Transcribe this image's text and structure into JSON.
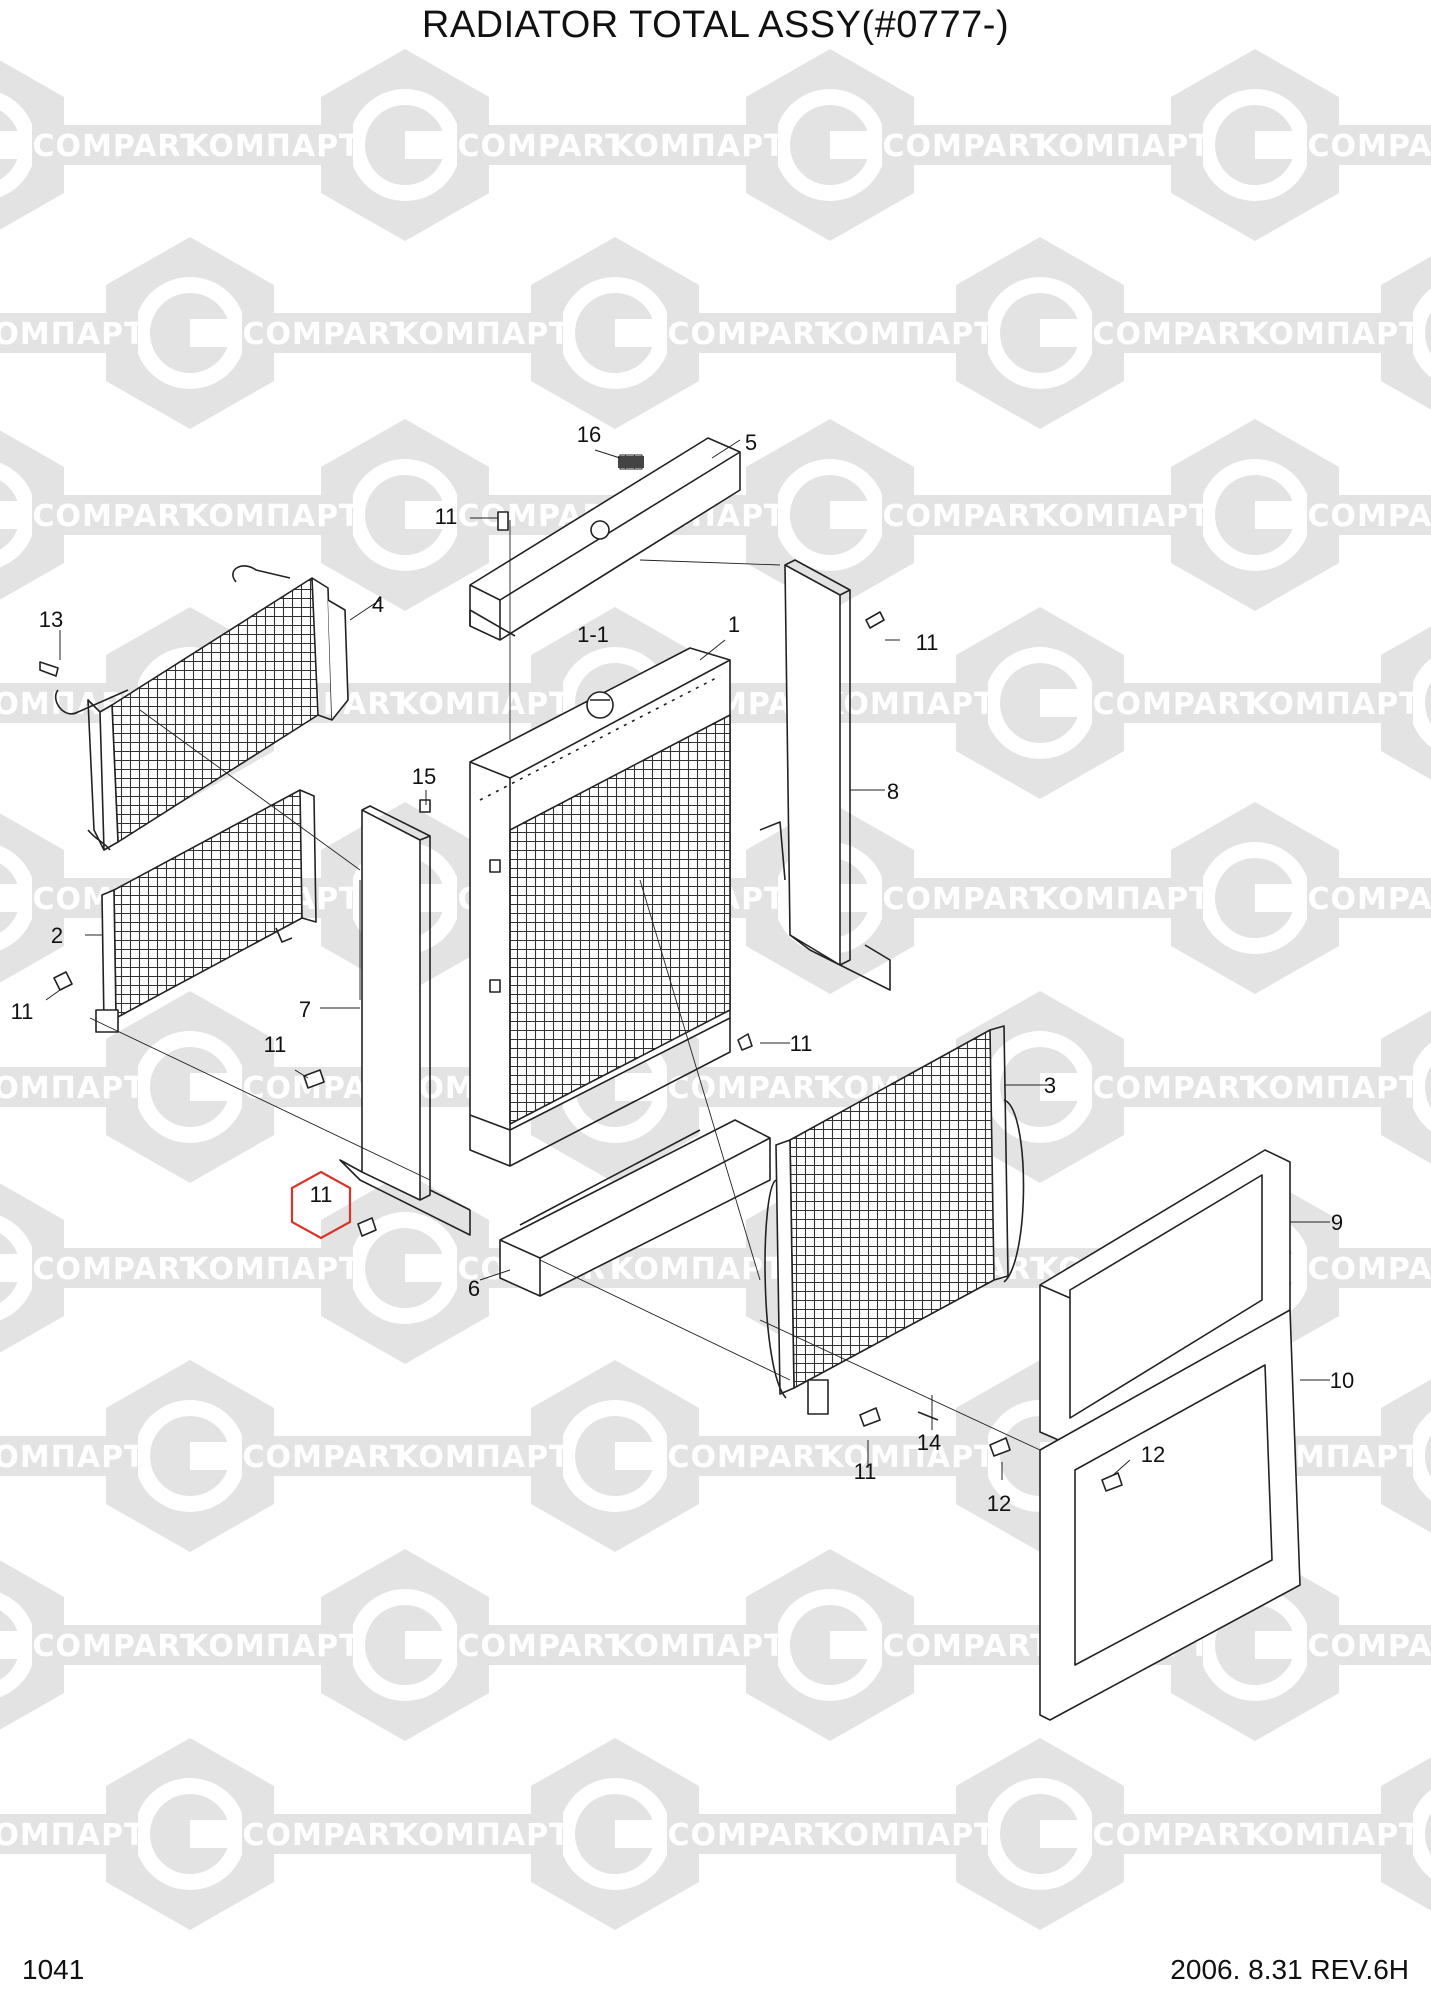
{
  "title": "RADIATOR TOTAL ASSY(#0777-)",
  "page_number": "1041",
  "revision": "2006. 8.31  REV.6H",
  "watermark": {
    "left_text": "KOMПAPT",
    "right_text": "COMPART",
    "color": "#e0e0e0"
  },
  "callouts": {
    "c1": "1",
    "c1_1": "1-1",
    "c2": "2",
    "c3": "3",
    "c4": "4",
    "c5": "5",
    "c6": "6",
    "c7": "7",
    "c8": "8",
    "c9": "9",
    "c10": "10",
    "c11_top": "11",
    "c11_right": "11",
    "c11_left": "11",
    "c11_mid": "11",
    "c11_center": "11",
    "c11_hex": "11",
    "c11_bottom": "11",
    "c12_left": "12",
    "c12_right": "12",
    "c13": "13",
    "c14": "14",
    "c15": "15",
    "c16": "16"
  },
  "highlight_color": "#d9342b"
}
